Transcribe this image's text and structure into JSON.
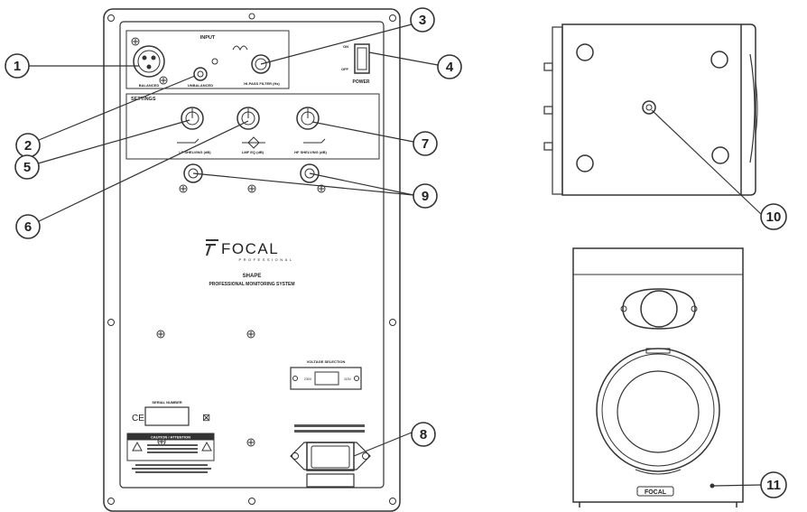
{
  "back_panel": {
    "input_title": "INPUT",
    "balanced": "BALANCED",
    "unbalanced": "UNBALANCED",
    "hipass_filter": "HI-PASS FILTER (Hz)",
    "on": "ON",
    "off": "OFF",
    "power": "POWER",
    "settings_title": "SETTINGS",
    "lf_shelving": "LF SHELVING (dB)",
    "lmf_eq": "LMF EQ (dB)",
    "hf_shelving": "HF SHELVING (dB)",
    "brand": "FOCAL",
    "brand_sub": "PROFESSIONAL",
    "model": "SHAPE",
    "model_sub": "PROFESSIONAL MONITORING SYSTEM",
    "voltage_selection": "VOLTAGE SELECTION",
    "v230": "230V",
    "v115": "115V",
    "serial_number": "SERIAL NUMBER",
    "ce": "CE",
    "caution": "CAUTION / ATTENTION"
  },
  "front": {
    "brand": "FOCAL"
  },
  "callouts": [
    "1",
    "2",
    "3",
    "4",
    "5",
    "6",
    "7",
    "8",
    "9",
    "10",
    "11"
  ]
}
